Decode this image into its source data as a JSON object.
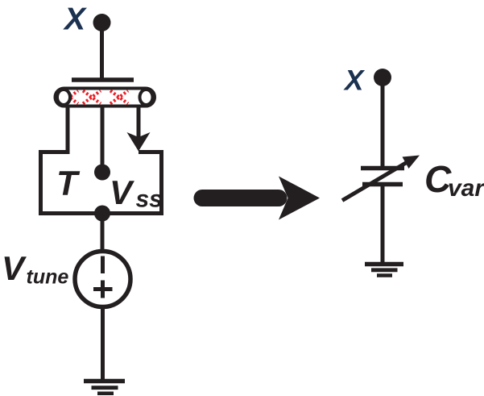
{
  "colors": {
    "ink": "#231f20",
    "terminal_label": "#1b3150",
    "channel_pattern": "#ed1c24",
    "background": "#ffffff"
  },
  "left_circuit": {
    "terminal_label": "X",
    "transistor_label": "T",
    "bulk_node_label": {
      "main": "V",
      "sub": "ss"
    },
    "tune_source_label": {
      "main": "V",
      "sub": "tune"
    }
  },
  "right_circuit": {
    "terminal_label": "X",
    "varactor_label": {
      "main": "C",
      "sub": "var"
    }
  }
}
